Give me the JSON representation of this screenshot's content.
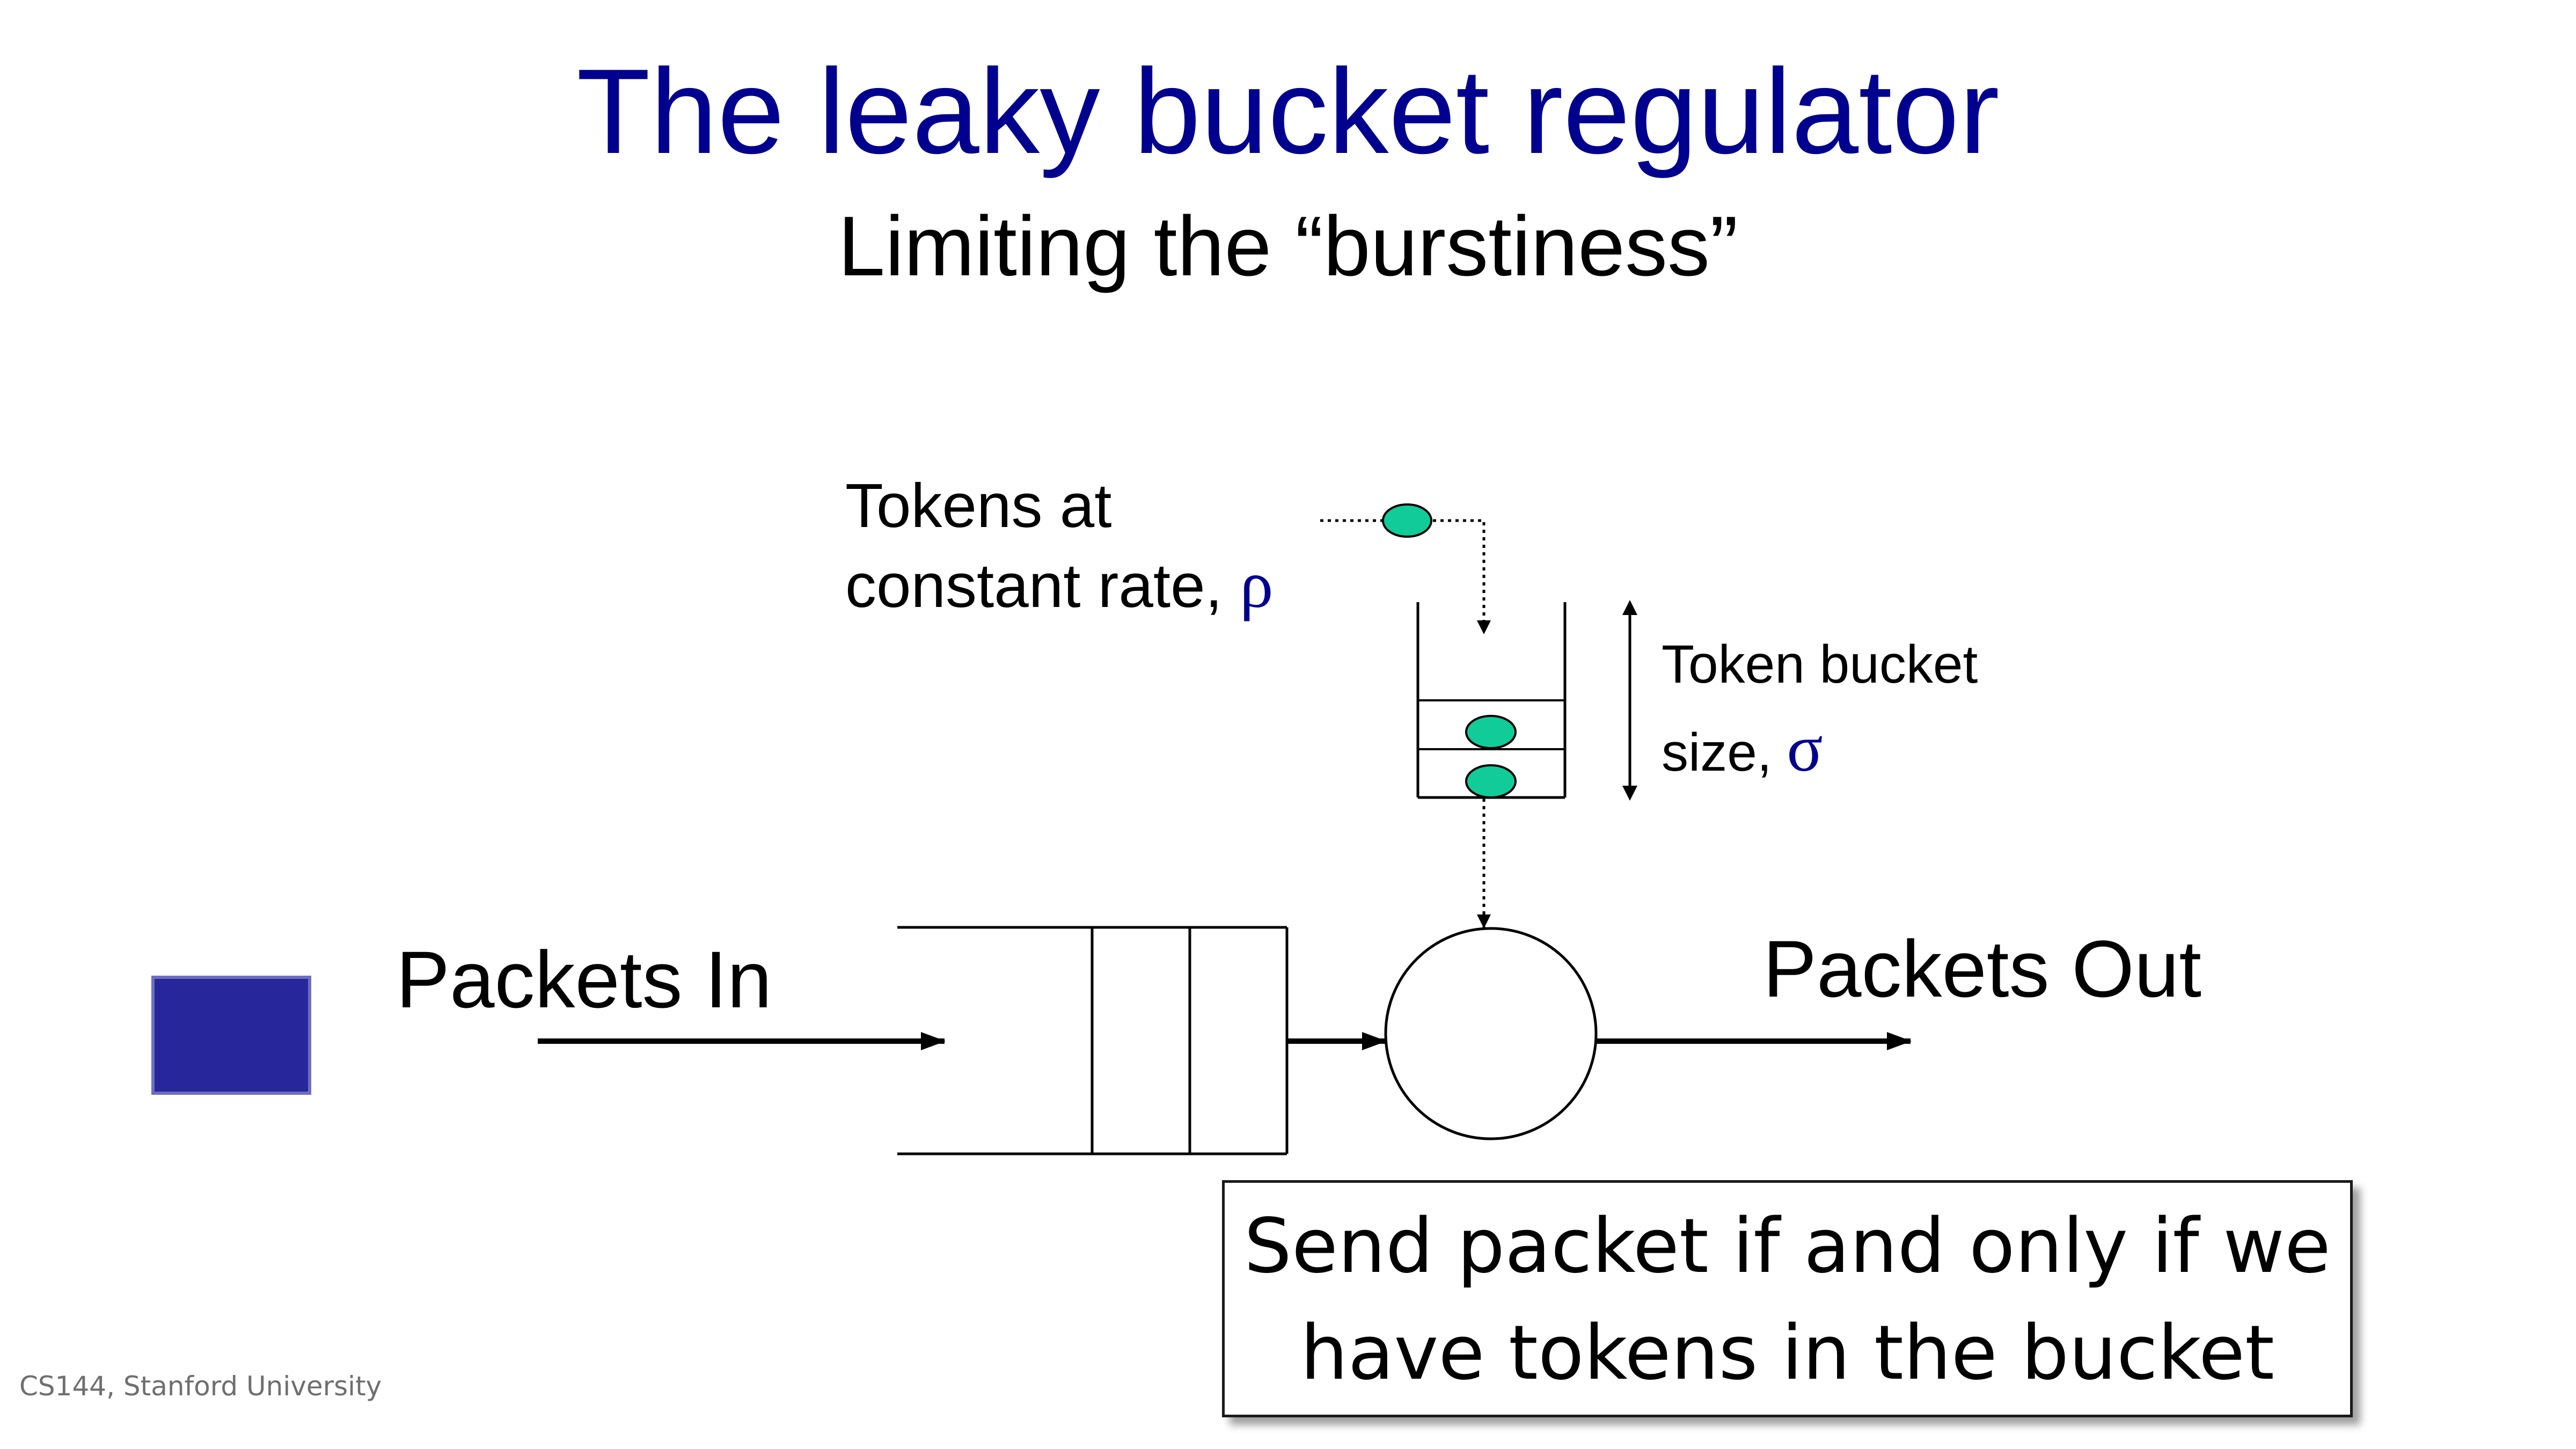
{
  "slide": {
    "title": "The leaky bucket regulator",
    "subtitle": "Limiting the “burstiness”",
    "footer": "CS144, Stanford University"
  },
  "diagram": {
    "token_source_label_line1": "Tokens at",
    "token_source_label_line2": "constant rate, ",
    "token_rate_symbol": "ρ",
    "bucket_label_line1": "Token bucket",
    "bucket_label_line2": "size, ",
    "bucket_size_symbol": "σ",
    "packets_in_label": "Packets In",
    "packets_out_label": "Packets Out"
  },
  "callout": {
    "line1": "Send packet if and only if we",
    "line2": "have tokens in the bucket"
  },
  "colors": {
    "title": "#00008F",
    "token_fill": "#11CC99",
    "packet_square": "#27279B"
  }
}
